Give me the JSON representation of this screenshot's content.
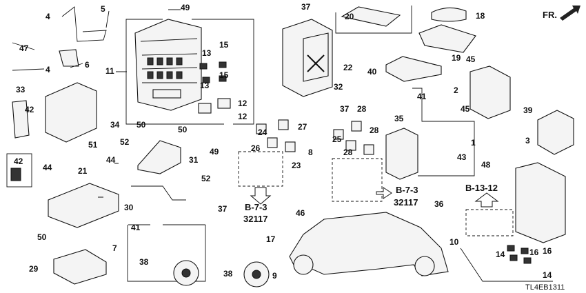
{
  "diagram_code": "TL4EB1311",
  "direction_label": "FR.",
  "references": [
    {
      "ref": "B-7-3",
      "part": "32117"
    },
    {
      "ref": "B-7-3",
      "part": "32117"
    },
    {
      "ref": "B-13-12"
    }
  ],
  "callouts": [
    "1",
    "2",
    "3",
    "4",
    "4",
    "5",
    "6",
    "7",
    "8",
    "9",
    "10",
    "11",
    "12",
    "12",
    "13",
    "13",
    "14",
    "14",
    "15",
    "15",
    "16",
    "16",
    "17",
    "18",
    "19",
    "20",
    "21",
    "22",
    "23",
    "24",
    "25",
    "26",
    "27",
    "28",
    "28",
    "28",
    "29",
    "30",
    "31",
    "32",
    "33",
    "34",
    "35",
    "36",
    "37",
    "37",
    "37",
    "38",
    "38",
    "39",
    "40",
    "41",
    "41",
    "42",
    "42",
    "43",
    "44",
    "44",
    "45",
    "45",
    "46",
    "47",
    "48",
    "49",
    "49",
    "50",
    "50",
    "50",
    "51",
    "52",
    "52"
  ]
}
